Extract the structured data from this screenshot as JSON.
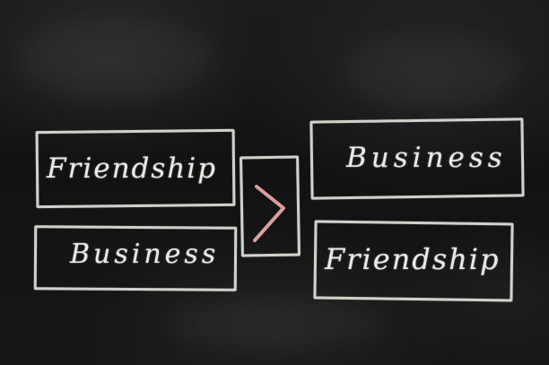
{
  "left": {
    "top_word": "Friendship",
    "bottom_word": "Business"
  },
  "right": {
    "top_word": "Business",
    "bottom_word": "Friendship"
  },
  "comparison": {
    "symbol": ">",
    "color": "#e9a7a3"
  },
  "colors": {
    "board": "#141414",
    "chalk": "#ecece6"
  }
}
